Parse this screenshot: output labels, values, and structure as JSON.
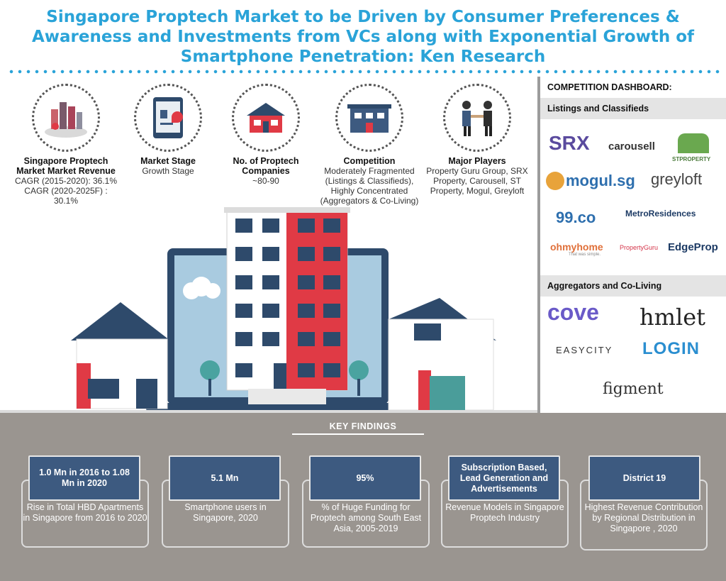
{
  "title": "Singapore Proptech Market to be Driven by Consumer Preferences & Awareness and Investments from VCs along with Exponential Growth of Smartphone Penetration: Ken Research",
  "stats": [
    {
      "head": "Singapore Proptech Market  Market Revenue",
      "values": [
        "CAGR (2015-2020): 36.1%",
        "CAGR (2020-2025F) : 30.1%"
      ],
      "icon": "city-icon"
    },
    {
      "head": "Market Stage",
      "values": [
        "Growth Stage"
      ],
      "icon": "tablet-chart-icon"
    },
    {
      "head": "No. of Proptech Companies",
      "values": [
        "~80-90"
      ],
      "icon": "house-icon"
    },
    {
      "head": "Competition",
      "values": [
        "Moderately Fragmented (Listings & Classifieds), Highly Concentrated (Aggregators & Co-Living)"
      ],
      "icon": "building-icon"
    },
    {
      "head": "Major Players",
      "values": [
        "Property Guru Group, SRX Property, Carousell, ST Property, Mogul, Greyloft"
      ],
      "icon": "handshake-icon"
    }
  ],
  "dashboard": {
    "heading": "COMPETITION DASHBOARD:",
    "sec1": "Listings and Classifieds",
    "sec2": "Aggregators and Co-Living",
    "logos1": {
      "srx": "SRX",
      "carousell": "carousell",
      "stproperty": "STPROPERTY",
      "mogul": "mogul.sg",
      "greyloft": "greyloft",
      "co99": "99.co",
      "metro": "MetroResidences",
      "ohmyhome": "ohmyhome",
      "ohmy_sub": "That was simple.",
      "pguru": "PropertyGuru",
      "edgeprop": "EdgeProp"
    },
    "logos2": {
      "cove": "cove",
      "hmlet": "hmlet",
      "easycity": "EASYCITY",
      "login": "LOGIN",
      "figment": "figment"
    }
  },
  "key_findings": {
    "title": "KEY FINDINGS",
    "items": [
      {
        "badge": "1.0 Mn in 2016 to 1.08 Mn in 2020",
        "text": "Rise in Total HBD Apartments in Singapore from 2016 to 2020"
      },
      {
        "badge": "5.1 Mn",
        "text": "Smartphone users in Singapore, 2020"
      },
      {
        "badge": "95%",
        "text": "% of Huge Funding for Proptech among South East Asia, 2005-2019"
      },
      {
        "badge": "Subscription Based, Lead Generation and Advertisements",
        "text": "Revenue Models in Singapore Proptech Industry"
      },
      {
        "badge": "District 19",
        "text": "Highest Revenue Contribution by Regional Distribution in Singapore , 2020"
      }
    ]
  },
  "colors": {
    "accent": "#2aa3d8",
    "navy": "#3d5a80",
    "red": "#e03a45",
    "panel_gray": "#9a9590"
  }
}
